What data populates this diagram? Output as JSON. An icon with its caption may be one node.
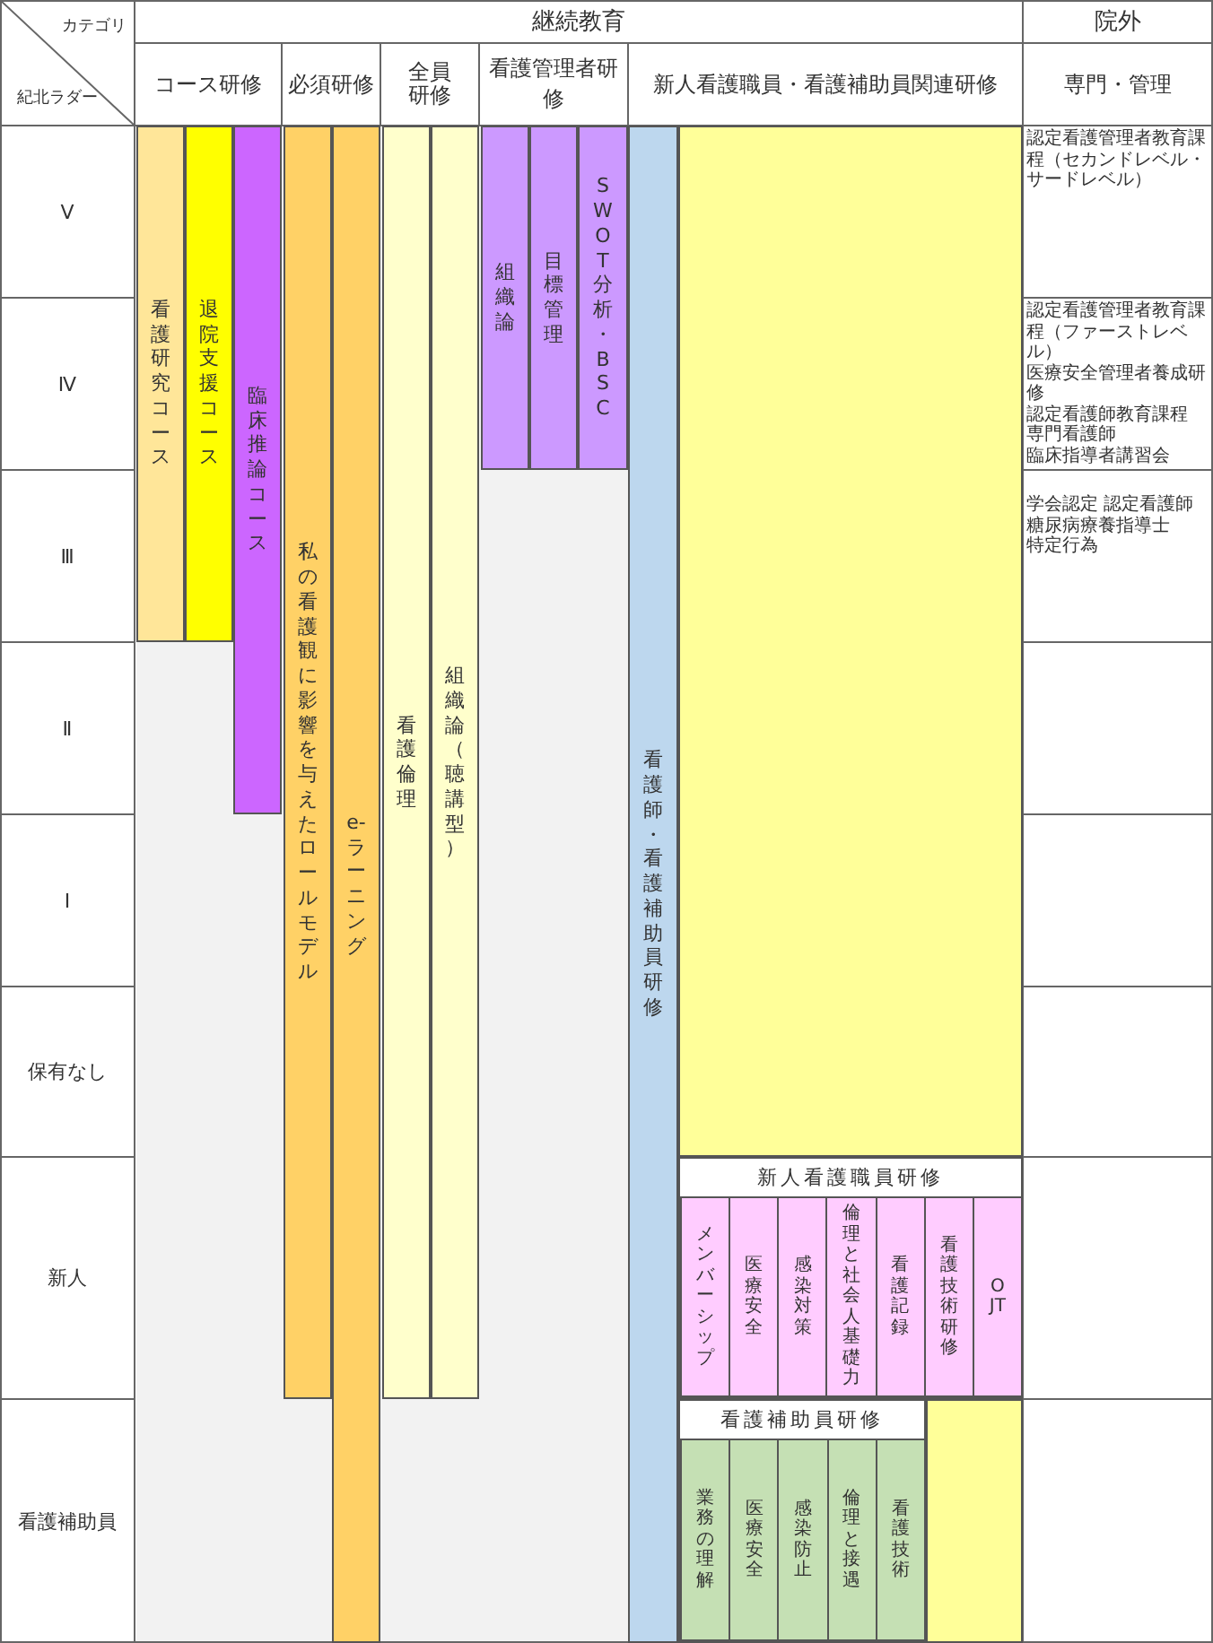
{
  "diagram": {
    "nodes": [
      {
        "text": [
          "看護研究コース"
        ]
      },
      {
        "text": [
          "退院支援コース"
        ]
      },
      {
        "text": [
          "臨床推論コース"
        ]
      },
      {
        "text": [
          "私の看護観に影響を与えたロールモデル"
        ]
      },
      {
        "text": [
          "e-ラーニング"
        ]
      },
      {
        "text": [
          "看護倫理"
        ]
      },
      {
        "text": [
          "組織論（聴講型）"
        ]
      },
      {
        "text": [
          "組織論"
        ]
      },
      {
        "text": [
          "目標管理"
        ]
      },
      {
        "text": [
          "SWOT分析・BSC"
        ]
      },
      {
        "text": [
          "看護師・看護補助員研修"
        ]
      },
      {
        "text": [],
        "shape": "box"
      },
      {
        "text": [
          "新人看護職員研修"
        ]
      },
      {
        "text": [
          "メンバーシップ"
        ],
        "in": 12
      },
      {
        "text": [
          "医療安全"
        ],
        "in": 12
      },
      {
        "text": [
          "感染対策"
        ],
        "in": 12
      },
      {
        "text": [
          "倫理と社会人基礎力"
        ],
        "in": 12
      },
      {
        "text": [
          "看護記録"
        ],
        "in": 12
      },
      {
        "text": [
          "看護技術研修"
        ],
        "in": 12
      },
      {
        "text": [
          "OJT"
        ],
        "in": 12
      },
      {
        "text": [
          "看護補助員研修"
        ]
      },
      {
        "text": [
          "業務の理解"
        ],
        "in": 20
      },
      {
        "text": [
          "医療安全"
        ],
        "in": 20
      },
      {
        "text": [
          "感染防止"
        ],
        "in": 20
      },
      {
        "text": [
          "倫理と接遇"
        ],
        "in": 20
      },
      {
        "text": [
          "看護技術"
        ],
        "in": 20
      },
      {
        "text": [],
        "shape": "box"
      }
    ],
    "edges": [],
    "labels": [
      "カテゴリ",
      "紀北ラダー",
      "継続教育",
      "院外",
      "コース研修",
      "必須研修",
      "全員研修",
      "看護管理者研修",
      "新人看護職員・看護補助員関連研修",
      "専門・管理",
      "Ⅴ",
      "認定看護管理者教育課程（セカンドレベル・サードレベル）",
      "Ⅳ",
      "認定看護管理者教育課程（ファーストレベル）",
      "医療安全管理者養成研修",
      "認定看護師教育課程",
      "専門看護師",
      "臨床指導者講習会",
      "Ⅲ",
      "学会認定 認定看護師",
      "糖尿病療養指導士",
      "特定行為",
      "Ⅱ",
      "Ⅰ",
      "保有なし",
      "新人",
      "看護補助員"
    ]
  }
}
